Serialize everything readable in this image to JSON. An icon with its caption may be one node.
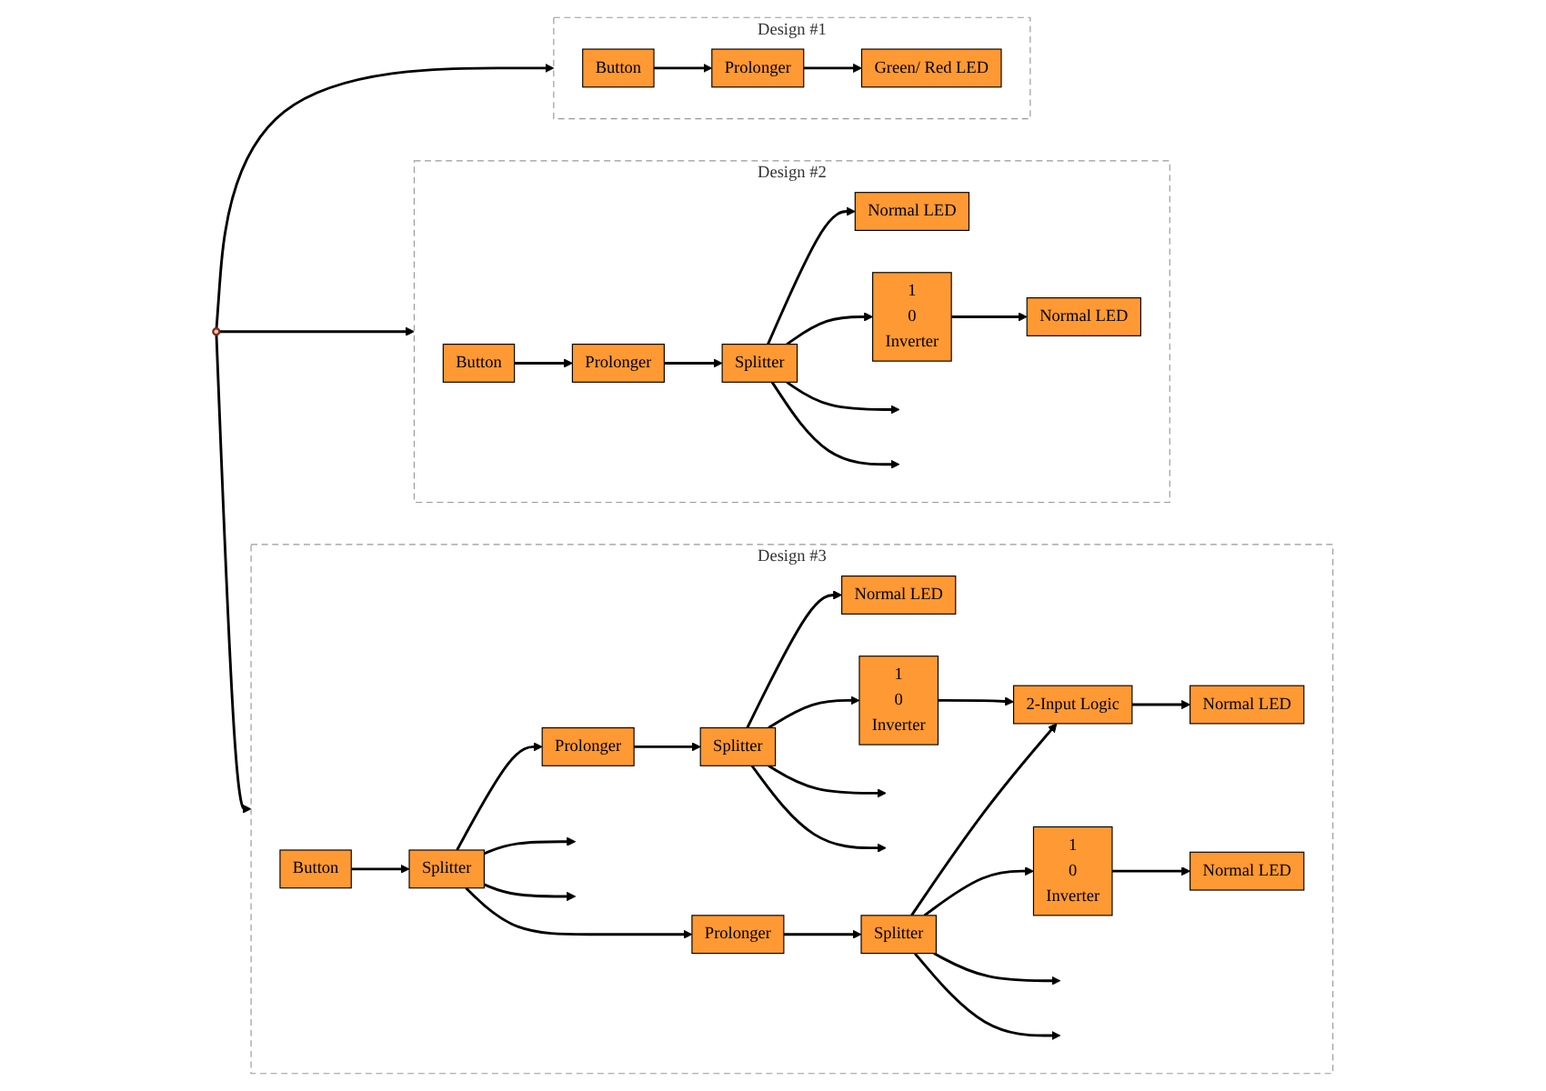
{
  "diagram": {
    "nodes": [
      {
        "text": [],
        "shape": "person"
      },
      {
        "text": [
          "Design #1"
        ]
      },
      {
        "text": [
          "Button"
        ],
        "in": 1
      },
      {
        "text": [
          "Prolonger"
        ],
        "in": 1
      },
      {
        "text": [
          "Green/ Red LED"
        ],
        "in": 1
      },
      {
        "text": [
          "Design #2"
        ]
      },
      {
        "text": [
          "Button"
        ],
        "in": 5
      },
      {
        "text": [
          "Prolonger"
        ],
        "in": 5
      },
      {
        "text": [
          "Splitter"
        ],
        "in": 5
      },
      {
        "text": [
          "Normal LED"
        ],
        "in": 5
      },
      {
        "text": [
          "1",
          "0",
          "Inverter"
        ],
        "in": 5
      },
      {
        "text": [
          "Normal LED"
        ],
        "in": 5
      },
      {
        "text": [
          "Design #3"
        ]
      },
      {
        "text": [
          "Button"
        ],
        "in": 12
      },
      {
        "text": [
          "Splitter"
        ],
        "in": 12
      },
      {
        "text": [
          "Prolonger"
        ],
        "in": 12
      },
      {
        "text": [
          "Splitter"
        ],
        "in": 12
      },
      {
        "text": [
          "Normal LED"
        ],
        "in": 12
      },
      {
        "text": [
          "1",
          "0",
          "Inverter"
        ],
        "in": 12
      },
      {
        "text": [
          "2-Input Logic"
        ],
        "in": 12
      },
      {
        "text": [
          "Normal LED"
        ],
        "in": 12
      },
      {
        "text": [
          "Prolonger"
        ],
        "in": 12
      },
      {
        "text": [
          "Splitter"
        ],
        "in": 12
      },
      {
        "text": [
          "1",
          "0",
          "Inverter"
        ],
        "in": 12
      },
      {
        "text": [
          "Normal LED"
        ],
        "in": 12
      }
    ],
    "edges": [
      {
        "from": 0,
        "to": 1,
        "arrow": "to"
      },
      {
        "from": 0,
        "to": 5,
        "arrow": "to"
      },
      {
        "from": 0,
        "to": 12,
        "arrow": "to"
      },
      {
        "from": 2,
        "to": 3,
        "arrow": "to"
      },
      {
        "from": 3,
        "to": 4,
        "arrow": "to"
      },
      {
        "from": 6,
        "to": 7,
        "arrow": "to"
      },
      {
        "from": 7,
        "to": 8,
        "arrow": "to"
      },
      {
        "from": 8,
        "to": 9,
        "arrow": "to"
      },
      {
        "from": 8,
        "to": 10,
        "arrow": "to"
      },
      {
        "from": 8,
        "to": null,
        "arrow": "to"
      },
      {
        "from": 8,
        "to": null,
        "arrow": "to"
      },
      {
        "from": 10,
        "to": 11,
        "arrow": "to"
      },
      {
        "from": 13,
        "to": 14,
        "arrow": "to"
      },
      {
        "from": 14,
        "to": 15,
        "arrow": "to"
      },
      {
        "from": 14,
        "to": 21,
        "arrow": "to"
      },
      {
        "from": 14,
        "to": null,
        "arrow": "to"
      },
      {
        "from": 14,
        "to": null,
        "arrow": "to"
      },
      {
        "from": 15,
        "to": 16,
        "arrow": "to"
      },
      {
        "from": 16,
        "to": 17,
        "arrow": "to"
      },
      {
        "from": 16,
        "to": 18,
        "arrow": "to"
      },
      {
        "from": 16,
        "to": null,
        "arrow": "to"
      },
      {
        "from": 16,
        "to": null,
        "arrow": "to"
      },
      {
        "from": 18,
        "to": 19,
        "arrow": "to"
      },
      {
        "from": 19,
        "to": 20,
        "arrow": "to"
      },
      {
        "from": 21,
        "to": 22,
        "arrow": "to"
      },
      {
        "from": 22,
        "to": 19,
        "arrow": "to"
      },
      {
        "from": 22,
        "to": 23,
        "arrow": "to"
      },
      {
        "from": 22,
        "to": null,
        "arrow": "to"
      },
      {
        "from": 22,
        "to": null,
        "arrow": "to"
      },
      {
        "from": 23,
        "to": 24,
        "arrow": "to"
      }
    ]
  }
}
